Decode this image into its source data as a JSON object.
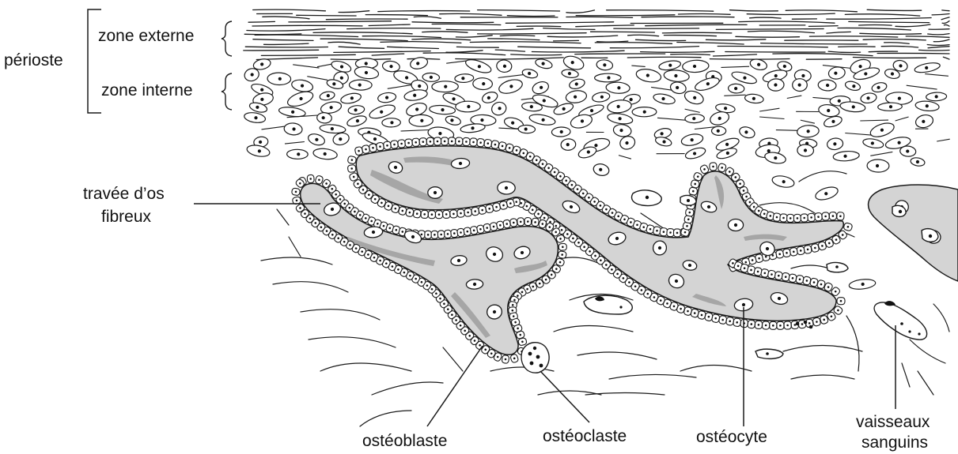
{
  "labels": {
    "perioste": "périoste",
    "zone_externe": "zone externe",
    "zone_interne": "zone interne",
    "travee_line1": "travée d’os",
    "travee_line2": "fibreux",
    "osteoblaste": "ostéoblaste",
    "osteoclaste": "ostéoclaste",
    "osteocyte": "ostéocyte",
    "vaisseaux_line1": "vaisseaux",
    "vaisseaux_line2": "sanguins"
  },
  "colors": {
    "ink": "#1a1a1a",
    "bone_fill": "#d4d4d4",
    "bone_dark": "#a6a6a6",
    "cell_fill": "#ffffff"
  }
}
